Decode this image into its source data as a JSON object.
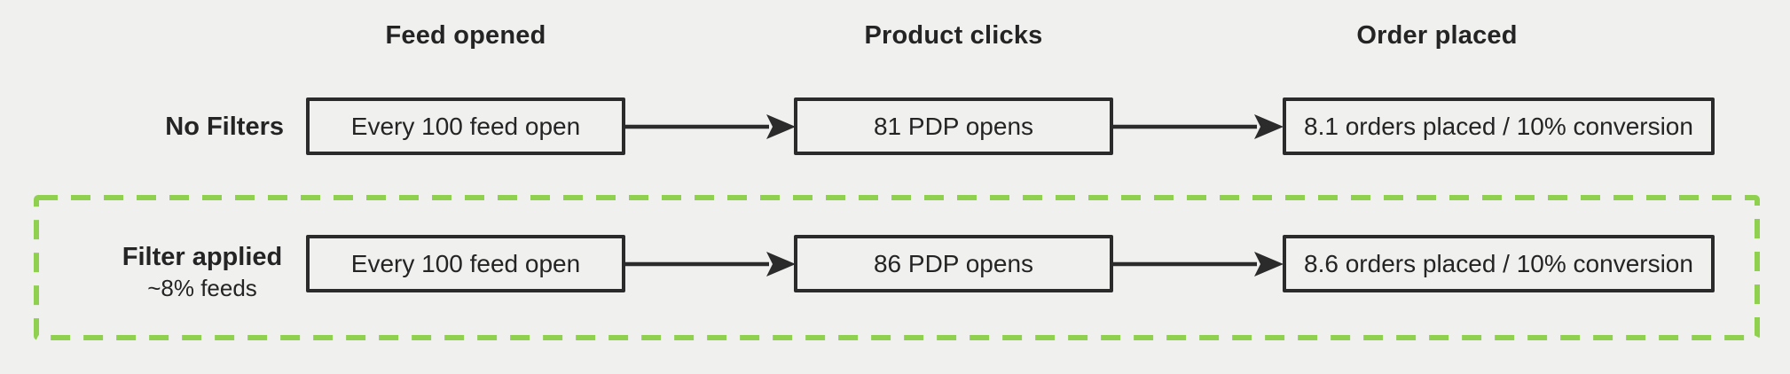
{
  "diagram": {
    "type": "funnel-flow",
    "columns": [
      {
        "label": "Feed opened"
      },
      {
        "label": "Product clicks"
      },
      {
        "label": "Order placed"
      }
    ],
    "rows": [
      {
        "label": "No Filters",
        "sublabel": "",
        "highlighted": false,
        "stages": [
          "Every 100 feed open",
          "81 PDP opens",
          "8.1 orders placed / 10% conversion"
        ]
      },
      {
        "label": "Filter applied",
        "sublabel": "~8% feeds",
        "highlighted": true,
        "stages": [
          "Every 100 feed open",
          "86 PDP opens",
          "8.6 orders placed / 10% conversion"
        ]
      }
    ],
    "colors": {
      "background": "#f0f0ef",
      "box_border": "#2b2b2b",
      "arrow": "#2b2b2b",
      "text": "#242424",
      "highlight_green": "#8fd14f"
    }
  }
}
